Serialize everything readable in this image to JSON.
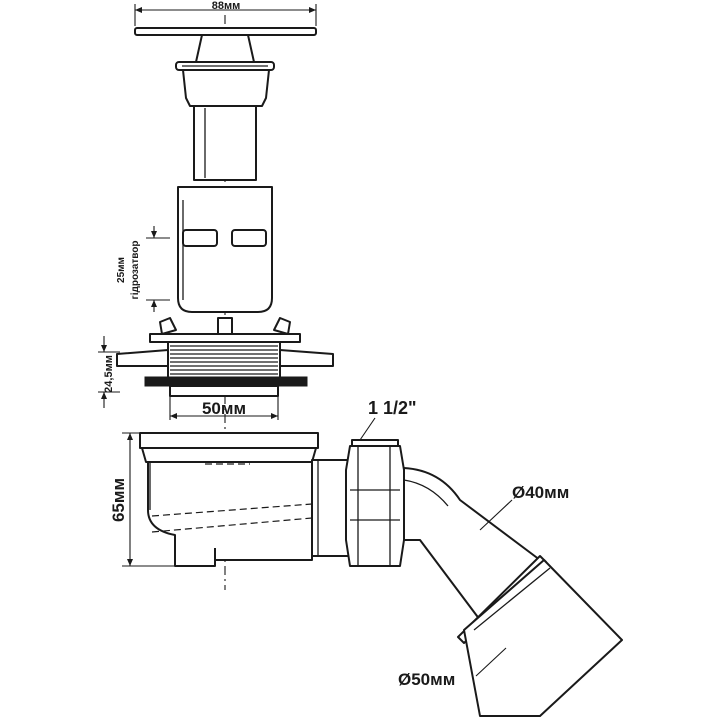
{
  "labels": {
    "grate_width": "88мм",
    "seal_height_value": "25мм",
    "seal_height_caption": "гідрозатвор",
    "flange_thickness": "24,5мм",
    "thread_diameter": "50мм",
    "body_height": "65мм",
    "thread_size": "1 1/2\"",
    "outlet_inner": "Ø40мм",
    "outlet_outer": "Ø50мм"
  }
}
